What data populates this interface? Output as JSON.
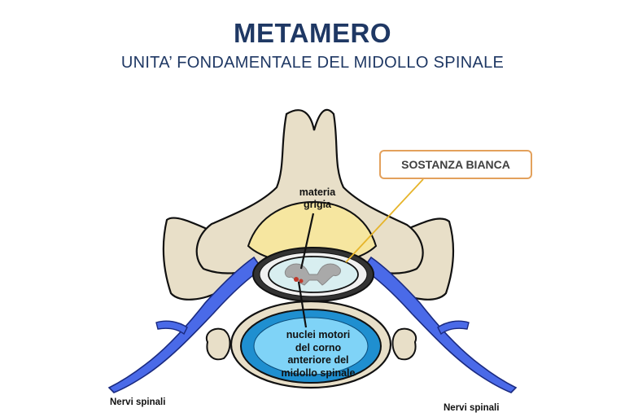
{
  "header": {
    "title": "METAMERO",
    "subtitle": "UNITA’ FONDAMENTALE DEL MIDOLLO SPINALE"
  },
  "callout": {
    "text": "SOSTANZA BIANCA",
    "border_color": "#e3a15c"
  },
  "labels": {
    "materia_grigia_line1": "materia",
    "materia_grigia_line2": "grigia",
    "nuclei_line1": "nuclei motori",
    "nuclei_line2": "del corno",
    "nuclei_line3": "anteriore del",
    "nuclei_line4": "midollo spinale",
    "nervi_left": "Nervi spinali",
    "nervi_right": "Nervi spinali"
  },
  "colors": {
    "title": "#1f3864",
    "bone": "#e8dfc8",
    "fat": "#f6e6a0",
    "nerve": "#4a6ae8",
    "disc_outer": "#1f8fd0",
    "disc_inner": "#7fd3f7",
    "grey_matter": "#a9a9a9",
    "white_matter": "#d8eef0"
  }
}
